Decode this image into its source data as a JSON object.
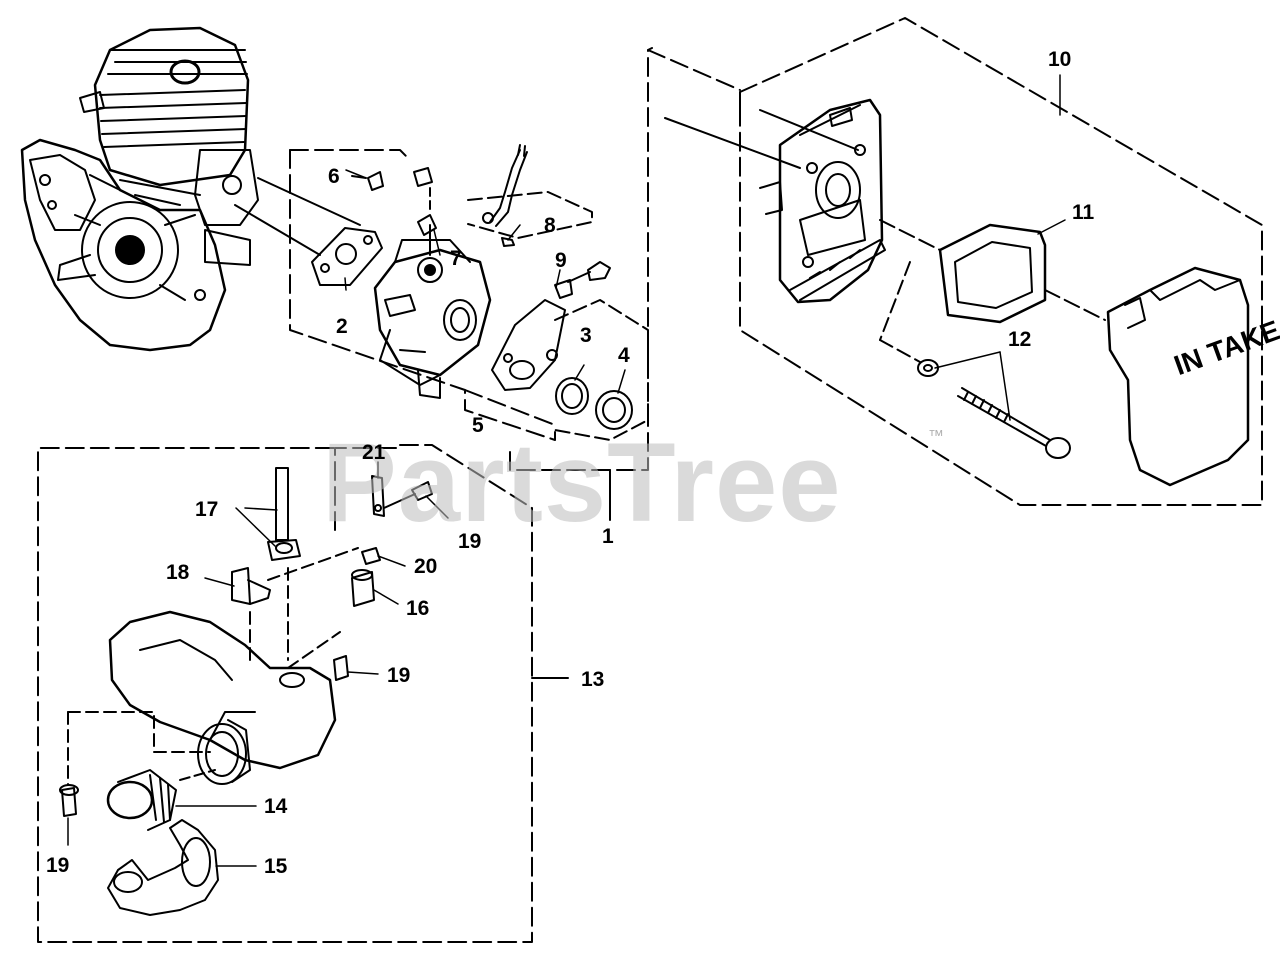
{
  "watermark": {
    "brand": "PartsTree",
    "trademark": "™"
  },
  "intake_text": "IN TAKE",
  "callouts": {
    "c1": "1",
    "c2": "2",
    "c3": "3",
    "c4": "4",
    "c5": "5",
    "c6": "6",
    "c7": "7",
    "c8": "8",
    "c9": "9",
    "c10": "10",
    "c11": "11",
    "c12": "12",
    "c13": "13",
    "c14": "14",
    "c15": "15",
    "c16": "16",
    "c17": "17",
    "c18": "18",
    "c19a": "19",
    "c19b": "19",
    "c19c": "19",
    "c20": "20",
    "c21": "21"
  }
}
